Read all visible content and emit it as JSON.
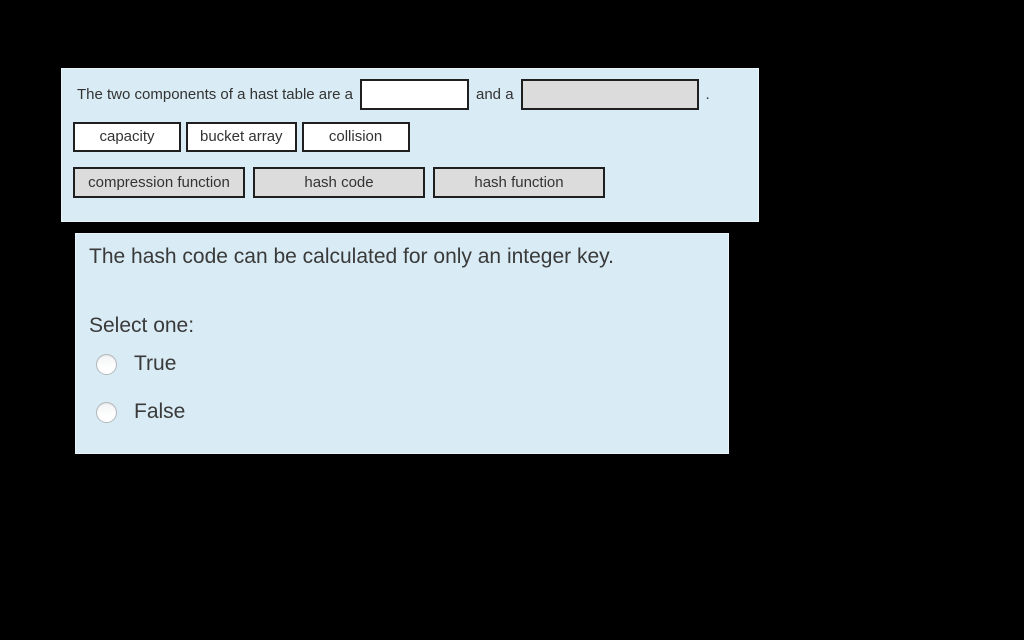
{
  "colors": {
    "page_bg": "#000000",
    "panel_bg": "#d9ebf4",
    "tile_white_bg": "#ffffff",
    "tile_gray_bg": "#dcdcdc",
    "tile_border": "#1f1f1f",
    "text": "#3a3a3a"
  },
  "drag_question": {
    "text_before": "The two components of a hast table are a",
    "connector": "and a",
    "period": ".",
    "blank1_value": "",
    "blank2_value": "",
    "group1_tiles": [
      "capacity",
      "bucket array",
      "collision"
    ],
    "group2_tiles": [
      "compression function",
      "hash code",
      "hash function"
    ]
  },
  "tf_question": {
    "statement": "The hash code can be calculated for only an integer key.",
    "prompt": "Select one:",
    "options": [
      {
        "label": "True",
        "selected": false
      },
      {
        "label": "False",
        "selected": false
      }
    ]
  }
}
